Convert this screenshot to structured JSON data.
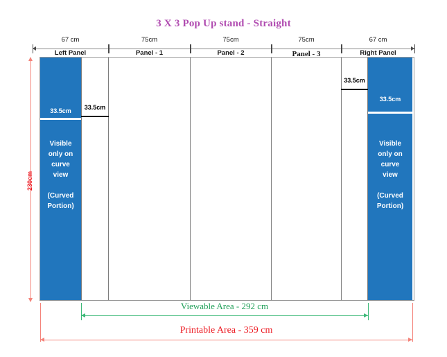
{
  "title": "3 X 3 Pop Up stand - Straight",
  "top_dimensions": [
    {
      "measure": "67   cm",
      "name": "Left Panel"
    },
    {
      "measure": "75cm",
      "name": "Panel - 1"
    },
    {
      "measure": "75cm",
      "name": "Panel - 2"
    },
    {
      "measure": "75cm",
      "name": "Panel - 3"
    },
    {
      "measure": "67   cm",
      "name": "Right Panel"
    }
  ],
  "left_curved": {
    "size_label": "33.5cm",
    "line1": "Visible",
    "line2": "only on",
    "line3": "curve",
    "line4": "view",
    "line5": "(Curved",
    "line6": "Portion)"
  },
  "right_curved": {
    "size_label": "33.5cm",
    "line1": "Visible",
    "line2": "only on",
    "line3": "curve",
    "line4": "view",
    "line5": "(Curved",
    "line6": "Portion)"
  },
  "gap_markers": {
    "left_label": "33.5cm",
    "right_label": "33.5cm"
  },
  "height_dimension": {
    "label": "230cm"
  },
  "viewable_area": {
    "label": "Viewable Area - 292 cm"
  },
  "printable_area": {
    "label": "Printable Area - 359 cm"
  },
  "colors": {
    "title": "#b04bb0",
    "panel_blue": "#2176bd",
    "viewable_green": "#22a05a",
    "printable_red": "#ed1c24"
  }
}
